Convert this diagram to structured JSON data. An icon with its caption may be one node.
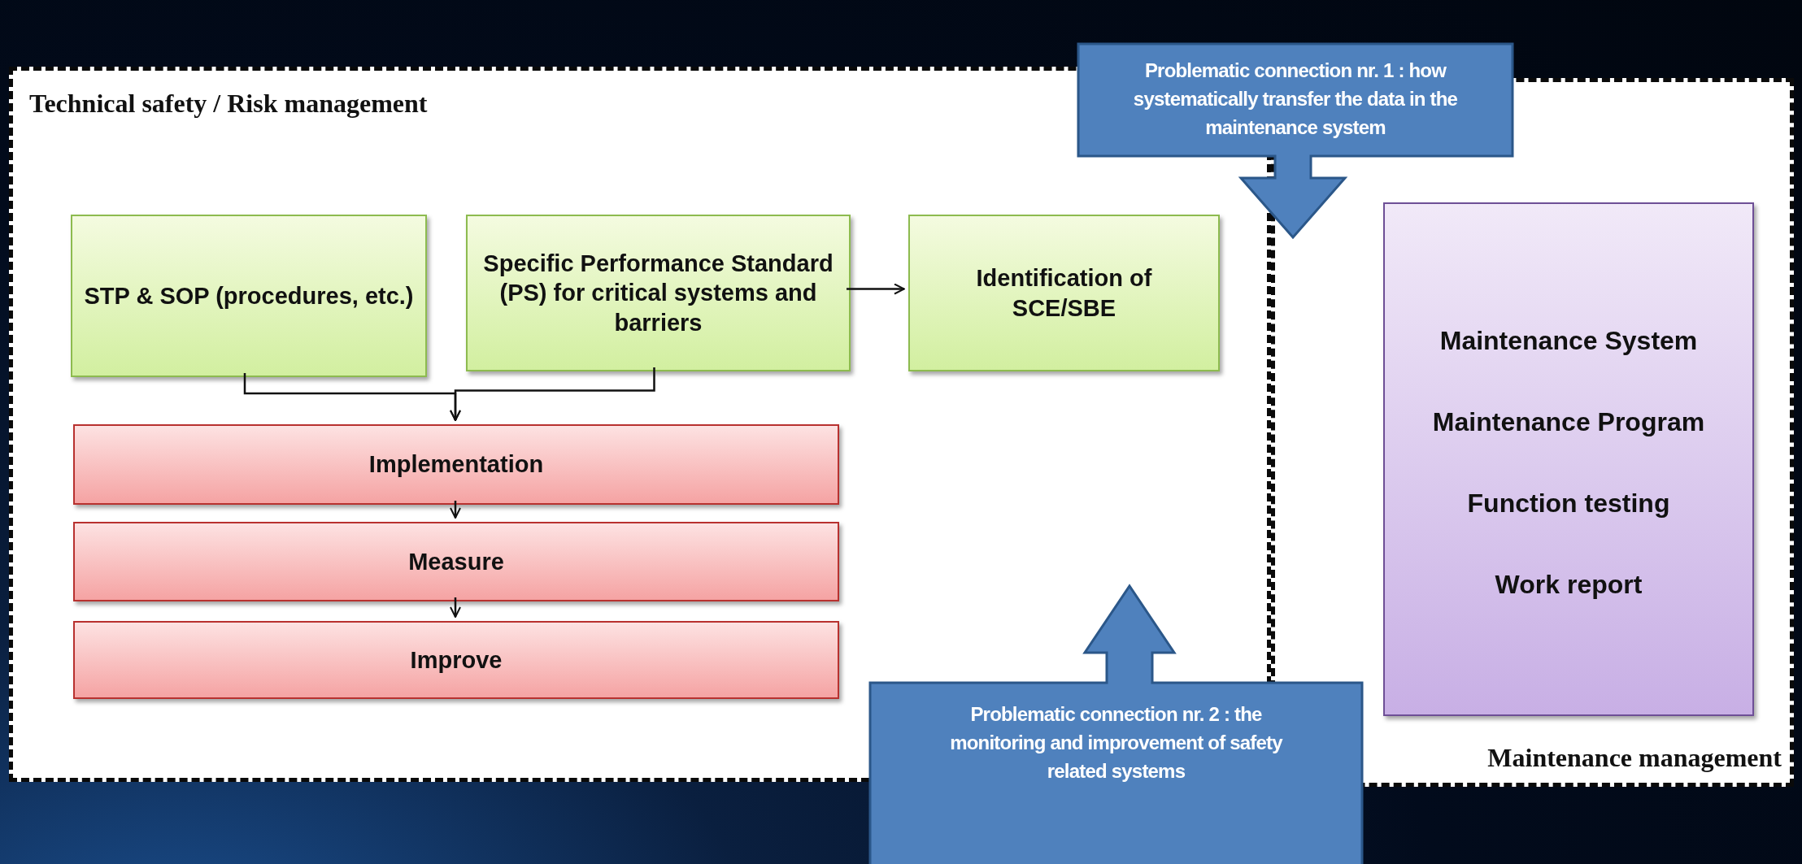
{
  "diagram": {
    "nodes": [
      {
        "text": [
          "Technical safety / Risk management"
        ]
      },
      {
        "text": [
          "STP & SOP (procedures, etc.)"
        ],
        "in": 0
      },
      {
        "text": [
          "Specific Performance Standard (PS) for critical systems and barriers"
        ],
        "in": 0
      },
      {
        "text": [
          "Identification of SCE/SBE"
        ],
        "in": 0
      },
      {
        "text": [
          "Implementation"
        ],
        "in": 0
      },
      {
        "text": [
          "Measure"
        ],
        "in": 0
      },
      {
        "text": [
          "Improve"
        ],
        "in": 0
      },
      {
        "text": [
          "Maintenance management"
        ]
      },
      {
        "text": [
          "Maintenance System",
          "Maintenance Program",
          "Function testing",
          "Work report"
        ],
        "in": 7
      },
      {
        "text": [
          "Problematic connection nr. 1 : how systematically transfer the data in the maintenance system"
        ]
      },
      {
        "text": [
          "Problematic connection  nr. 2 : the monitoring and improvement of safety related systems"
        ]
      }
    ],
    "edges": [
      {
        "from": 1,
        "to": 4,
        "arrow": "to"
      },
      {
        "from": 2,
        "to": 4,
        "arrow": "to"
      },
      {
        "from": 2,
        "to": 3,
        "arrow": "to"
      },
      {
        "from": 4,
        "to": 5,
        "arrow": "to"
      },
      {
        "from": 5,
        "to": 6,
        "arrow": "to"
      }
    ]
  }
}
